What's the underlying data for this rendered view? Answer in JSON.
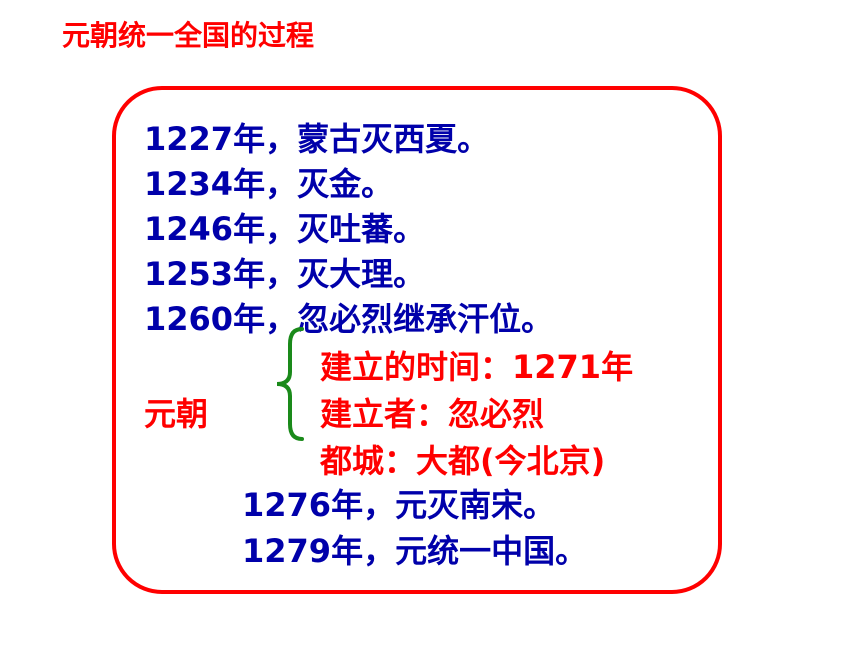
{
  "title": "元朝统一全国的过程",
  "events_before": [
    "1227年，蒙古灭西夏。",
    "1234年，灭金。",
    "1246年，灭吐蕃。",
    "1253年，灭大理。",
    "1260年，忽必烈继承汗位。"
  ],
  "yuan": {
    "label": "元朝",
    "details": [
      "建立的时间：1271年",
      "建立者：忽必烈",
      "都城：大都(今北京)"
    ]
  },
  "events_after": [
    "1276年，元灭南宋。",
    "1279年，元统一中国。"
  ],
  "colors": {
    "accent_red": "#ff0000",
    "text_blue": "#0000aa",
    "brace_green": "#1a8a1a"
  }
}
